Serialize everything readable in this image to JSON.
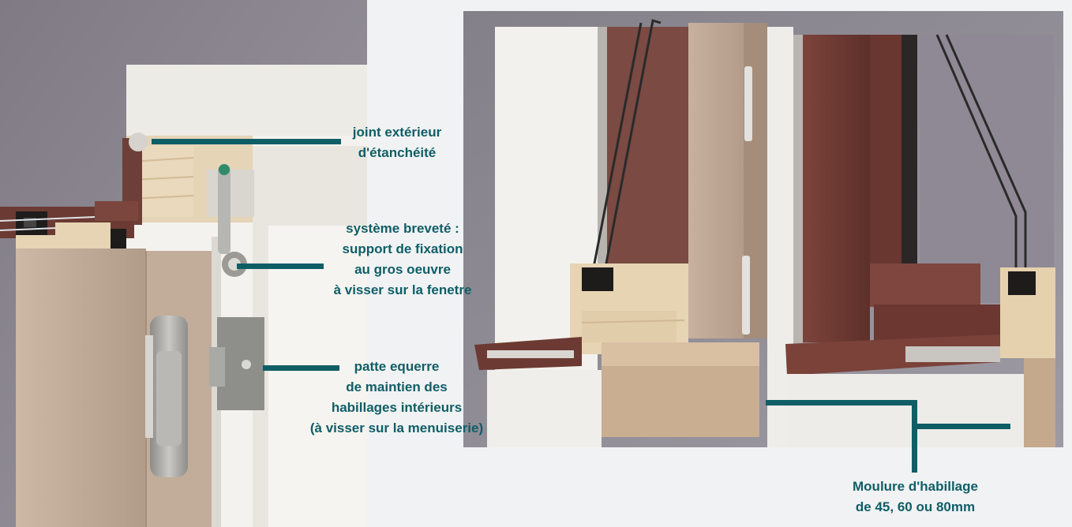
{
  "callouts": {
    "joint": [
      "joint extérieur",
      "d'étanchéité"
    ],
    "systeme": [
      "système breveté :",
      "support de fixation",
      "au gros oeuvre",
      "à visser sur la fenetre"
    ],
    "patte": [
      "patte equerre",
      "de maintien des",
      "habillages intérieurs",
      "(à visser sur la menuiserie)"
    ],
    "moulure": [
      "Moulure d'habillage",
      "de 45, 60 ou 80mm"
    ]
  },
  "colors": {
    "accent": "#0f5e66",
    "wall": "#8d8891",
    "wood_light": "#e6d6bc",
    "taupe": "#b8a291",
    "wine": "#6e3a33",
    "white_trim": "#f3f1ed",
    "metal": "#a7a7a4"
  }
}
